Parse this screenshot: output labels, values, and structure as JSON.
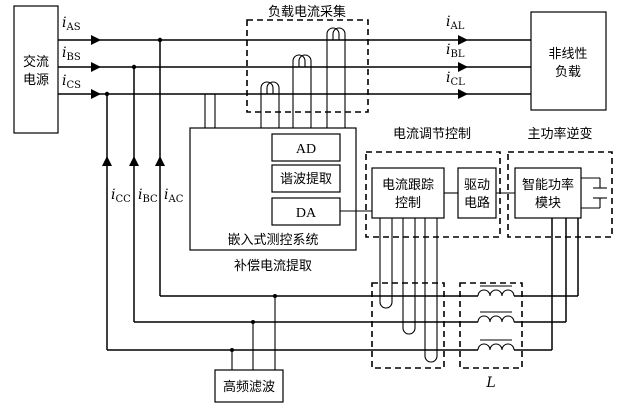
{
  "blocks": {
    "ac_source": [
      "交流",
      "电源"
    ],
    "nonlinear_load": [
      "非线性",
      "负载"
    ],
    "ad": "AD",
    "harmonic_extraction": "谐波提取",
    "da": "DA",
    "embedded_system": "嵌入式测控系统",
    "current_tracking": [
      "电流跟踪",
      "控制"
    ],
    "drive_circuit": [
      "驱动",
      "电路"
    ],
    "ipm": [
      "智能功率",
      "模块"
    ],
    "hf_filter": "高频滤波"
  },
  "group_labels": {
    "load_current_sampling": "负载电流采集",
    "current_regulation": "电流调节控制",
    "main_inverter": "主功率逆变",
    "compensation_extraction": "补偿电流提取",
    "inductor": "L"
  },
  "signals": {
    "source": [
      {
        "base": "i",
        "sub": "AS"
      },
      {
        "base": "i",
        "sub": "BS"
      },
      {
        "base": "i",
        "sub": "CS"
      }
    ],
    "load": [
      {
        "base": "i",
        "sub": "AL"
      },
      {
        "base": "i",
        "sub": "BL"
      },
      {
        "base": "i",
        "sub": "CL"
      }
    ],
    "compensation": [
      {
        "base": "i",
        "sub": "CC"
      },
      {
        "base": "i",
        "sub": "BC"
      },
      {
        "base": "i",
        "sub": "AC"
      }
    ]
  }
}
